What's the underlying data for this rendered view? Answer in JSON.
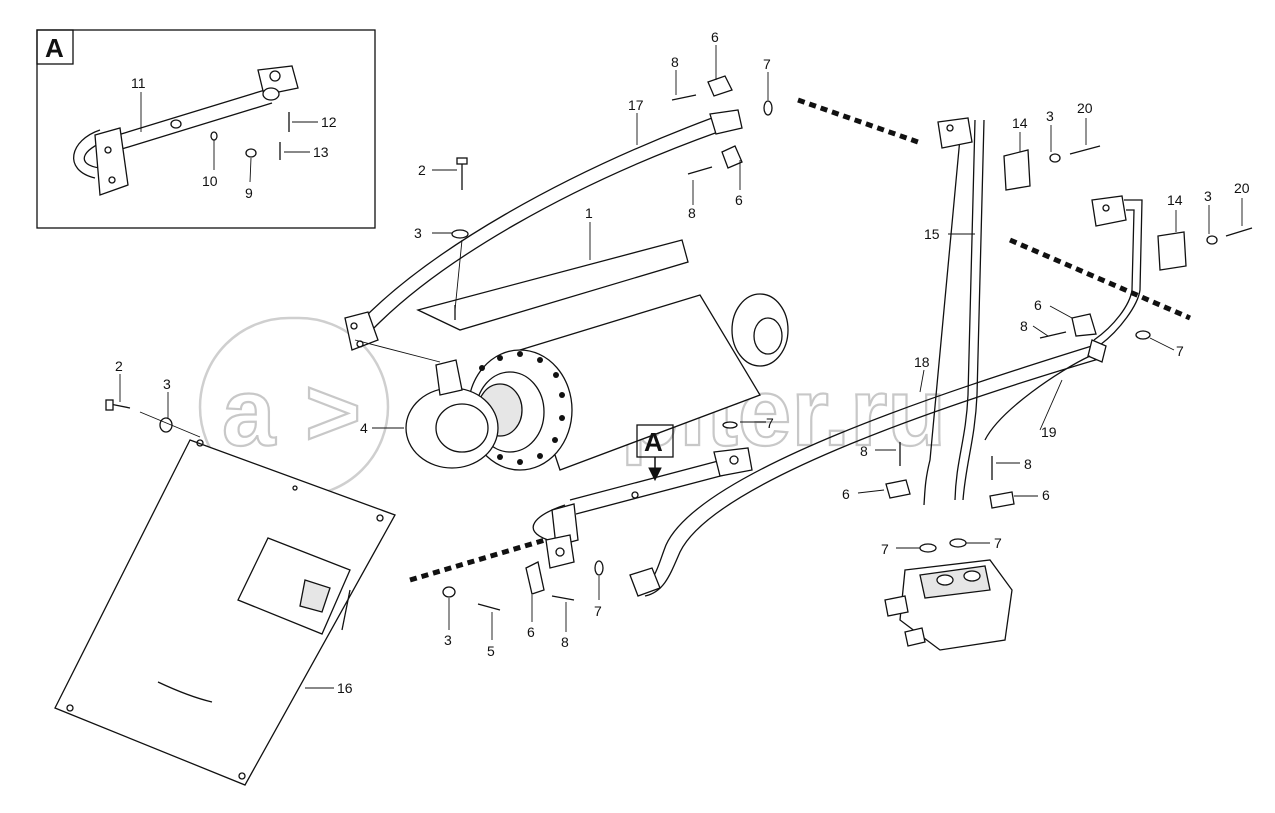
{
  "detail": {
    "label": "A"
  },
  "section_marker": {
    "label": "A"
  },
  "watermark": {
    "text": "autopiter.ru",
    "glyph": "a",
    "arrow": ">"
  },
  "callouts": {
    "c1": "1",
    "c2a": "2",
    "c2b": "2",
    "c3a": "3",
    "c3b": "3",
    "c3c": "3",
    "c3d": "3",
    "c3e": "3",
    "c4": "4",
    "c5": "5",
    "c6a": "6",
    "c6b": "6",
    "c6c": "6",
    "c6d": "6",
    "c6e": "6",
    "c6f": "6",
    "c7a": "7",
    "c7b": "7",
    "c7c": "7",
    "c7d": "7",
    "c7e": "7",
    "c7f": "7",
    "c8a": "8",
    "c8b": "8",
    "c8c": "8",
    "c8d": "8",
    "c8e": "8",
    "c8f": "8",
    "c9": "9",
    "c10": "10",
    "c11": "11",
    "c12": "12",
    "c13": "13",
    "c14a": "14",
    "c14b": "14",
    "c15": "15",
    "c16": "16",
    "c17": "17",
    "c18": "18",
    "c19": "19",
    "c20a": "20",
    "c20b": "20"
  }
}
